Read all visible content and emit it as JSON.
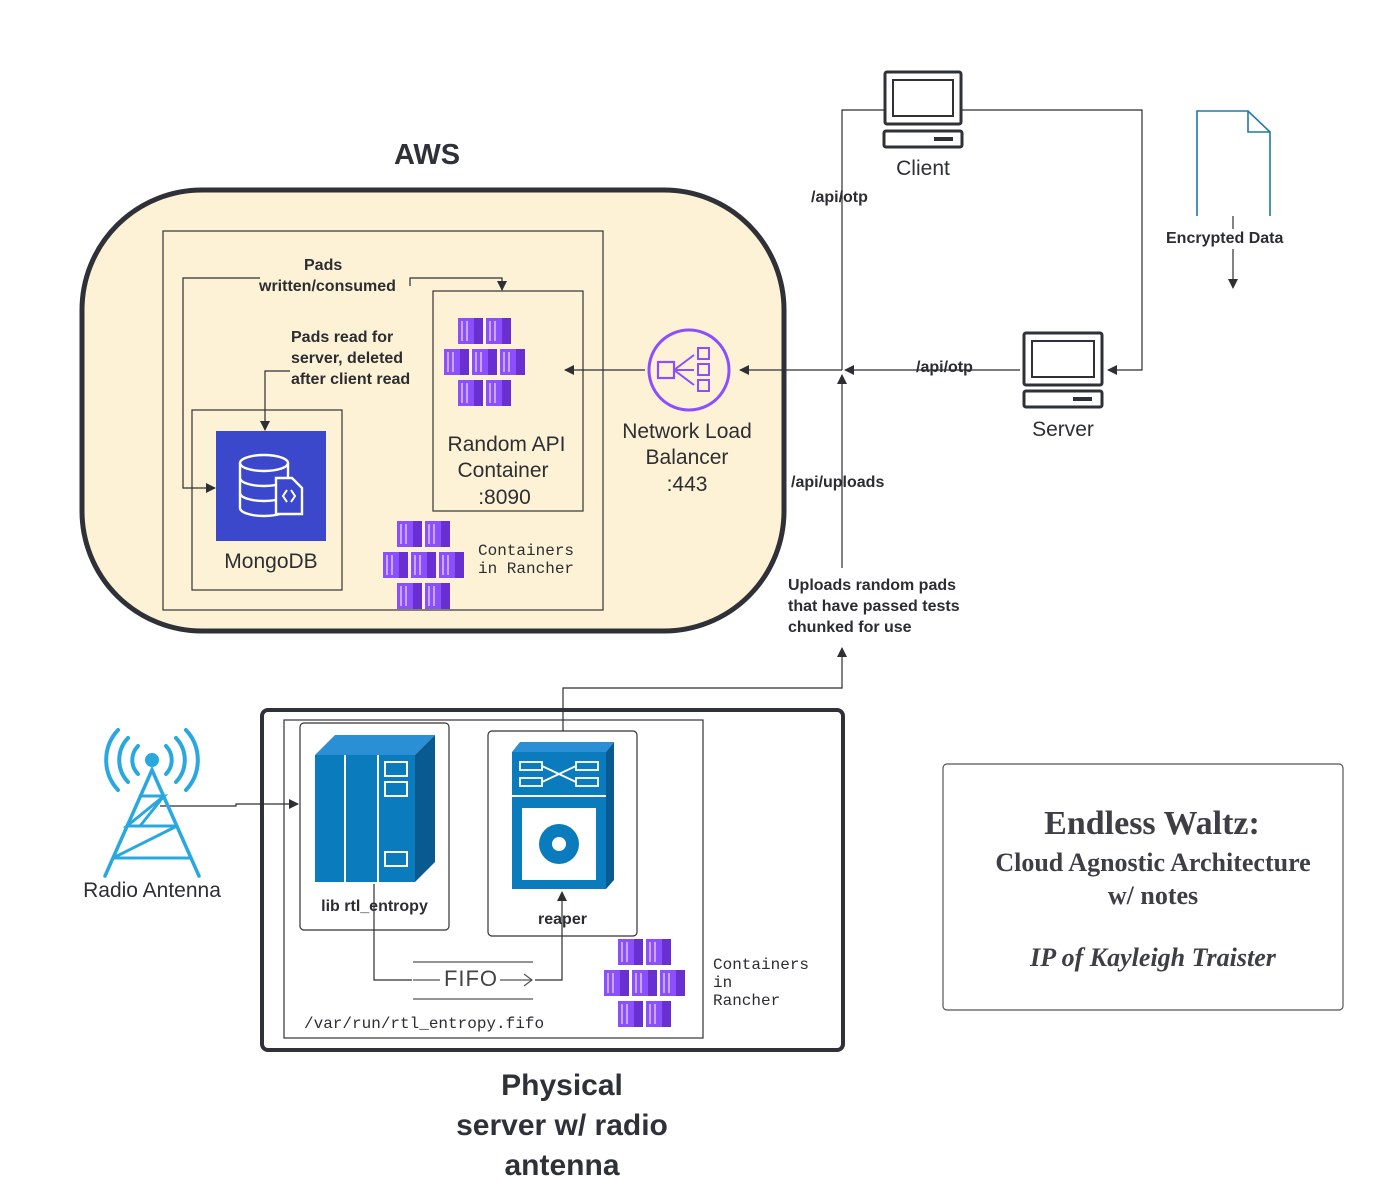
{
  "title_block": {
    "title": "Endless Waltz:",
    "subtitle_line1": "Cloud Agnostic Architecture",
    "subtitle_line2": "w/ notes",
    "credit": "IP of Kayleigh Traister"
  },
  "aws": {
    "label": "AWS",
    "pads_written_line1": "Pads",
    "pads_written_line2": "written/consumed",
    "pads_read_line1": "Pads read for",
    "pads_read_line2": "server, deleted",
    "pads_read_line3": "after client read",
    "api_line1": "Random API",
    "api_line2": "Container",
    "api_line3": ":8090",
    "nlb_line1": "Network Load",
    "nlb_line2": "Balancer",
    "nlb_line3": ":443",
    "mongodb": "MongoDB",
    "rancher_line1": "Containers",
    "rancher_line2": "in Rancher"
  },
  "network": {
    "client": "Client",
    "server": "Server",
    "api_otp_client": "/api/otp",
    "api_otp_server": "/api/otp",
    "api_uploads": "/api/uploads",
    "encrypted_data": "Encrypted Data",
    "uploads_note_line1": "Uploads random pads",
    "uploads_note_line2": "that have passed tests",
    "uploads_note_line3": "chunked for use"
  },
  "physical": {
    "label_line1": "Physical",
    "label_line2": "server w/ radio",
    "label_line3": "antenna",
    "radio_antenna": "Radio Antenna",
    "rtl_entropy": "lib rtl_entropy",
    "reaper": "reaper",
    "fifo": "FIFO",
    "fifo_path": "/var/run/rtl_entropy.fifo",
    "rancher_line1": "Containers",
    "rancher_line2": "in",
    "rancher_line3": "Rancher"
  },
  "colors": {
    "aws_fill": "#fdf2d6",
    "mongodb_blue": "#3b48cc",
    "container_purple": "#8c4fff",
    "nlb_purple": "#8c4fff",
    "server_blue": "#0a7bbd",
    "antenna_blue": "#29a8e0",
    "line": "#2d2f33"
  },
  "icons": [
    "client-computer-icon",
    "server-computer-icon",
    "document-icon",
    "mongodb-icon",
    "container-cluster-icon",
    "load-balancer-icon",
    "radio-tower-icon",
    "server-rack-icon",
    "storage-appliance-icon"
  ]
}
